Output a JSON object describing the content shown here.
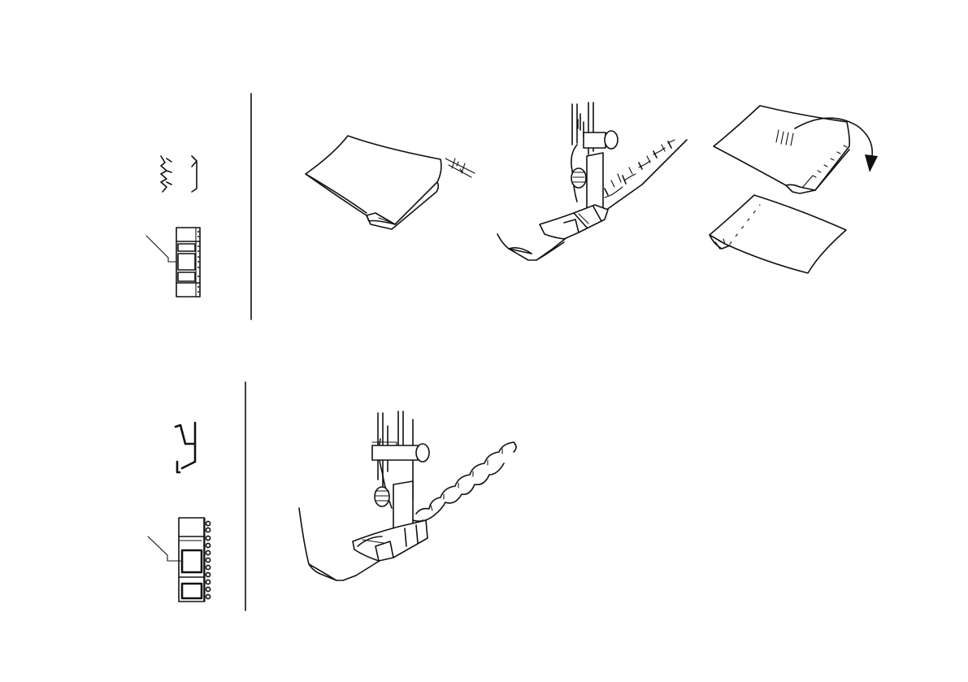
{
  "page": {
    "background": "#ffffff",
    "ink": "#111111"
  },
  "sections": [
    {
      "id": "blind-hem",
      "stitch_symbols": [
        "stretch-blind-hem-stitch-icon",
        "blind-hem-stitch-icon"
      ],
      "selector_windows": 6,
      "steps": [
        "fold-hem-allowance",
        "sew-blind-hem-with-foot",
        "unfold-finished-hem"
      ]
    },
    {
      "id": "shell-tuck",
      "stitch_symbols": [
        "shell-tuck-stitch-icon"
      ],
      "selector_windows": 5,
      "steps": [
        "sew-shell-tuck-edge"
      ]
    }
  ]
}
